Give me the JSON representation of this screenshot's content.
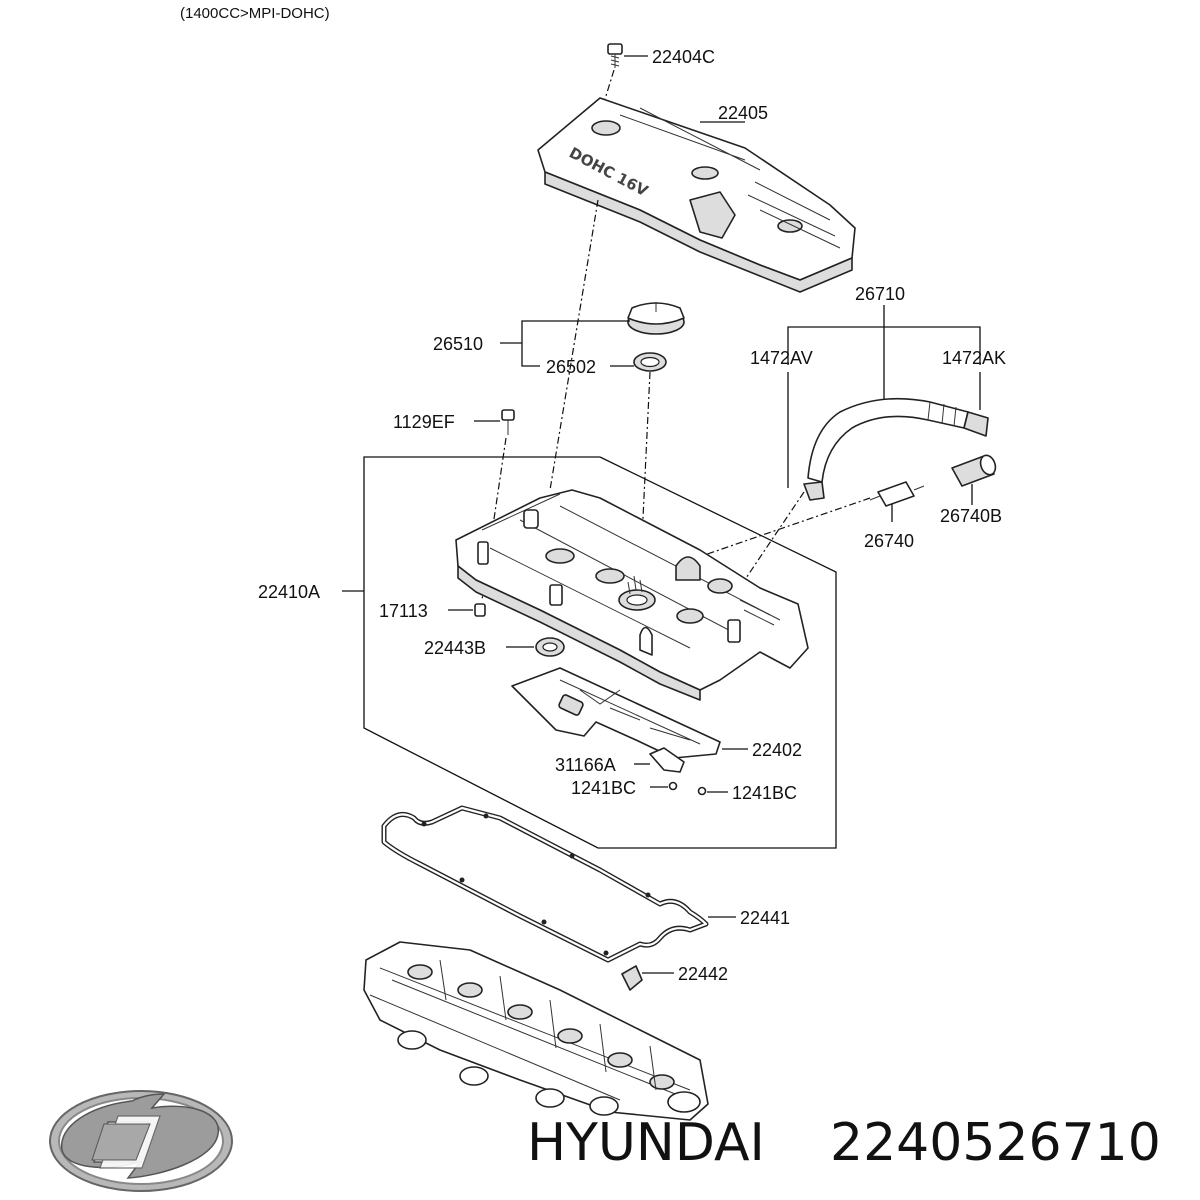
{
  "header": {
    "engine_spec": "(1400CC>MPI-DOHC)"
  },
  "cover_marking": "DOHC 16V",
  "parts": {
    "p22404C": "22404C",
    "p22405": "22405",
    "p26710": "26710",
    "p26510": "26510",
    "p26502": "26502",
    "p1472AV": "1472AV",
    "p1472AK": "1472AK",
    "p1129EF": "1129EF",
    "p26740B": "26740B",
    "p26740": "26740",
    "p22410A": "22410A",
    "p17113": "17113",
    "p22443B": "22443B",
    "p22402": "22402",
    "p31166A": "31166A",
    "p1241BC_a": "1241BC",
    "p1241BC_b": "1241BC",
    "p22441": "22441",
    "p22442": "22442"
  },
  "footer": {
    "brand": "HYUNDAI",
    "part_number": "2240526710",
    "logo_icon": "hyundai-logo-icon"
  }
}
